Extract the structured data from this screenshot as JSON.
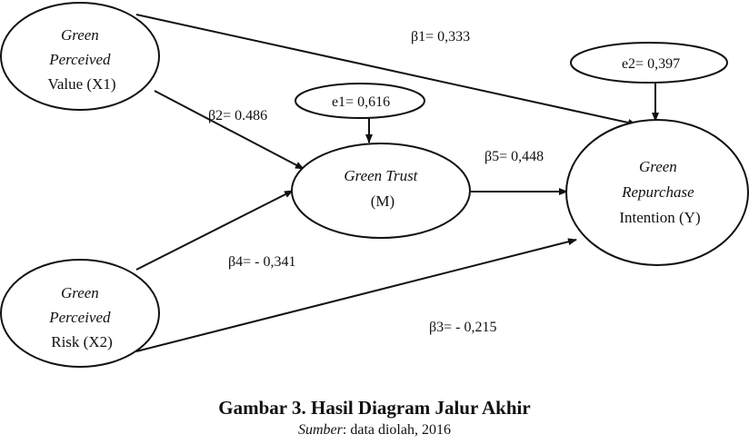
{
  "nodes": {
    "x1": {
      "lines": [
        "Green",
        "Perceived",
        "Value (X1)"
      ]
    },
    "x2": {
      "lines": [
        "Green",
        "Perceived",
        "Risk (X2)"
      ]
    },
    "m": {
      "lines": [
        "Green Trust",
        "(M)"
      ]
    },
    "y": {
      "lines": [
        "Green",
        "Repurchase",
        "Intention (Y)"
      ]
    },
    "e1": {
      "label": "e1= 0,616"
    },
    "e2": {
      "label": "e2= 0,397"
    }
  },
  "paths": {
    "b1": "β1= 0,333",
    "b2": "β2= 0.486",
    "b3": "β3= - 0,215",
    "b4": "β4= - 0,341",
    "b5": "β5= 0,448"
  },
  "caption": {
    "title": "Gambar 3. Hasil Diagram Jalur Akhir",
    "source_label": "Sumber",
    "source_text": ": data diolah, 2016"
  }
}
